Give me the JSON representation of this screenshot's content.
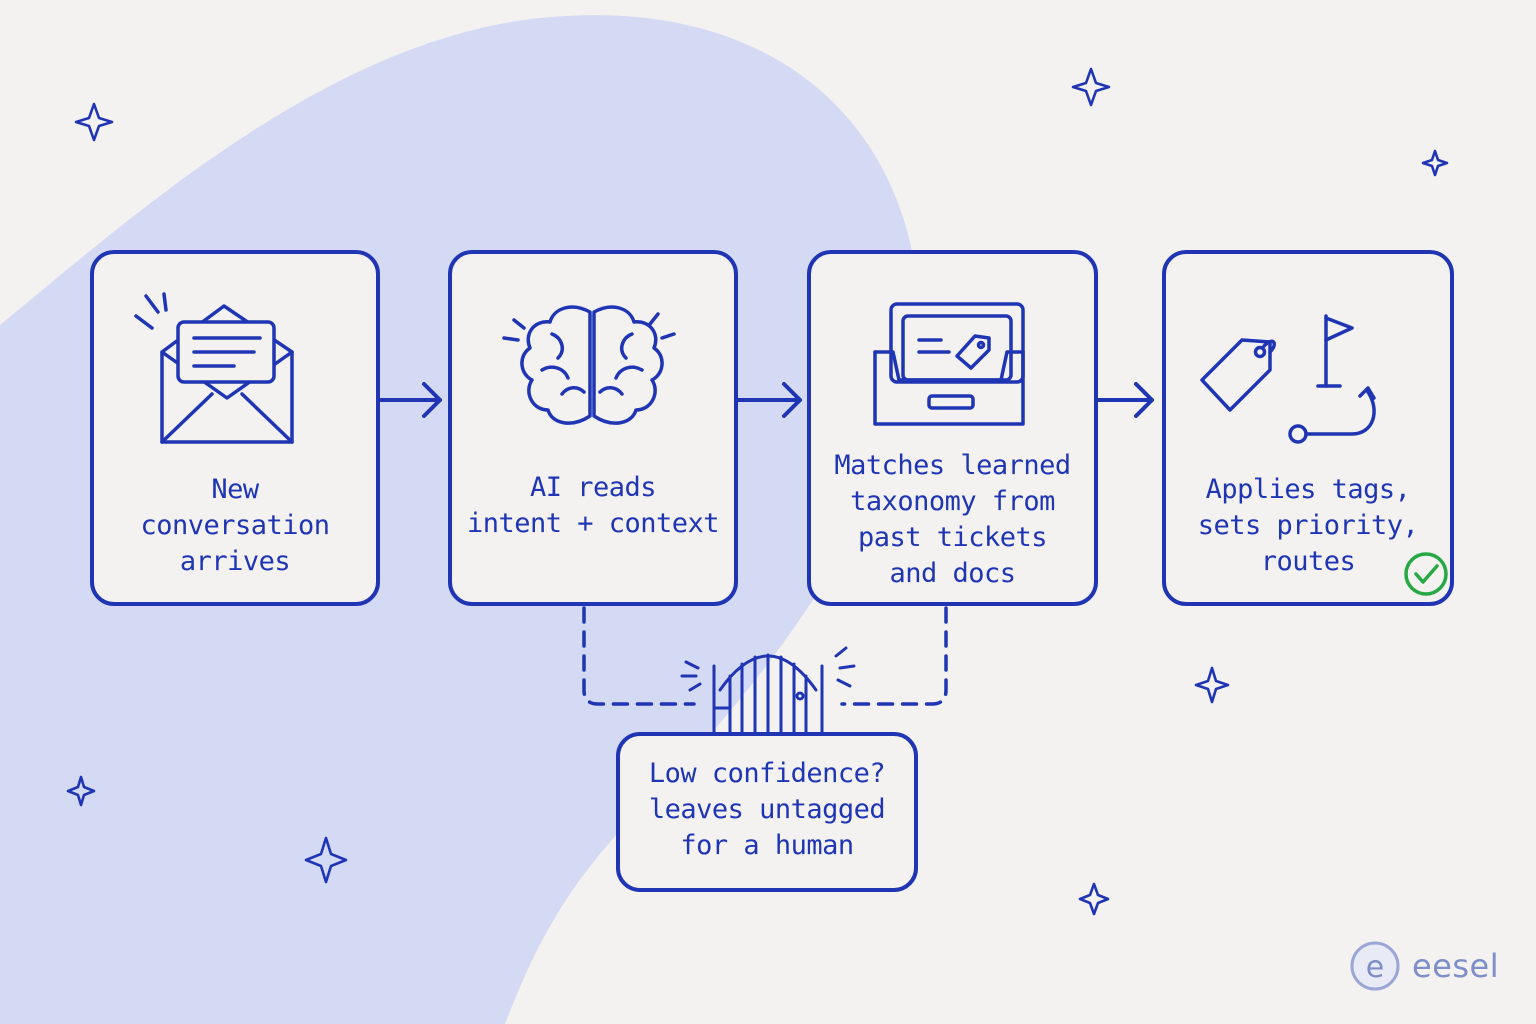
{
  "colors": {
    "ink": "#1f35b4",
    "background": "#f3f2f0",
    "blob": "#d5daf4",
    "success": "#27a844",
    "brand": "#7e8ec8"
  },
  "steps": [
    {
      "label": "New\nconversation\narrives",
      "icon": "envelope-icon"
    },
    {
      "label": "AI reads\nintent + context",
      "icon": "brain-icon"
    },
    {
      "label": "Matches learned\ntaxonomy from\npast tickets\nand docs",
      "icon": "file-drawer-icon"
    },
    {
      "label": "Applies tags,\nsets priority,\nroutes",
      "icon": "tag-flag-route-icon"
    }
  ],
  "fallback": {
    "label": "Low confidence?\nleaves untagged\nfor a human",
    "icon": "gate-icon"
  },
  "brand": {
    "name": "eesel",
    "logo_letter": "e"
  }
}
